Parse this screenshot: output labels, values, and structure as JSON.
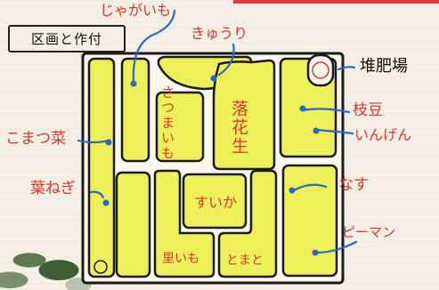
{
  "title": "区画と作付",
  "labels": {
    "jagaimo": "じゃがいも",
    "kyuri": "きゅうり",
    "taihijo": "堆肥場",
    "komatsuna": "こまつ菜",
    "edamame": "枝豆",
    "ingen": "いんげん",
    "hanegi": "葉ねぎ",
    "nasu": "なす",
    "piman": "ピーマン",
    "satsumaimo": "さつまいも",
    "rakkasei": "落花生",
    "suika": "すいか",
    "satoimo": "里いも",
    "tomato": "とまと"
  },
  "colors": {
    "bed_fill": "#eef05a",
    "outline": "#1a1a1a",
    "callout": "#2b67c9",
    "label_red": "#e0352b"
  }
}
